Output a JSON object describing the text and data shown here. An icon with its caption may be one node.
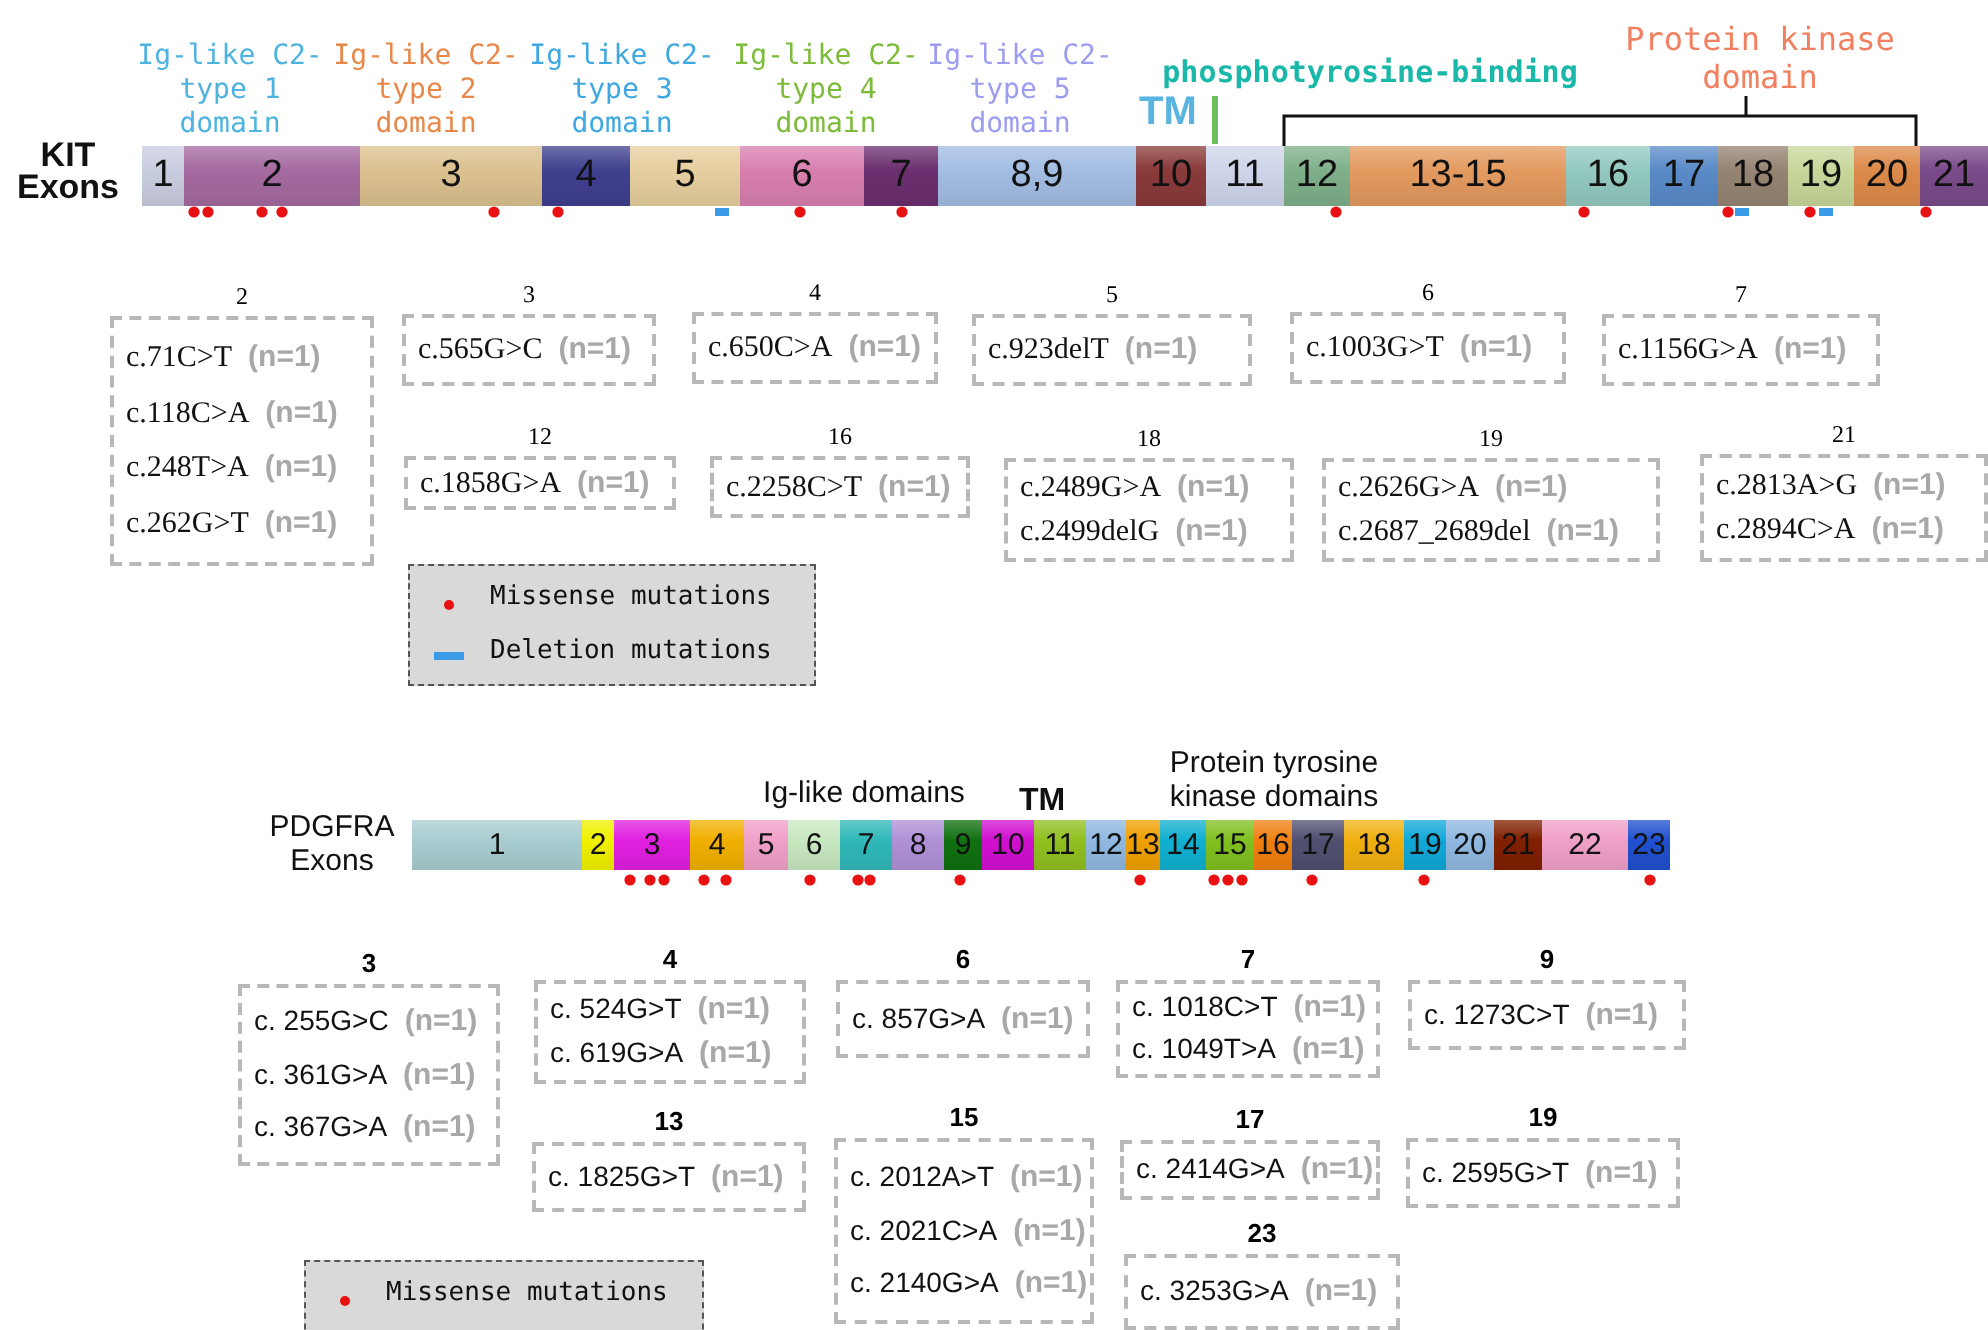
{
  "diagram": {
    "nodes": [
      {
        "text": [
          "1"
        ]
      },
      {
        "text": [
          "2"
        ]
      },
      {
        "text": [
          "3"
        ]
      },
      {
        "text": [
          "4"
        ]
      },
      {
        "text": [
          "5"
        ]
      },
      {
        "text": [
          "6"
        ]
      },
      {
        "text": [
          "7"
        ]
      },
      {
        "text": [
          "8,9"
        ]
      },
      {
        "text": [
          "10"
        ]
      },
      {
        "text": [
          "11"
        ]
      },
      {
        "text": [
          "12"
        ]
      },
      {
        "text": [
          "13-15"
        ]
      },
      {
        "text": [
          "16"
        ]
      },
      {
        "text": [
          "17"
        ]
      },
      {
        "text": [
          "18"
        ]
      },
      {
        "text": [
          "19"
        ]
      },
      {
        "text": [
          "20"
        ]
      },
      {
        "text": [
          "21"
        ]
      },
      {
        "text": [
          "2",
          "c.71C>T",
          "(n=1)",
          "c.118C>A",
          "(n=1)",
          "c.248T>A",
          "(n=1)",
          "c.262G>T",
          "(n=1)"
        ]
      },
      {
        "text": [
          "3",
          "c.565G>C",
          "(n=1)"
        ]
      },
      {
        "text": [
          "4",
          "c.650C>A",
          "(n=1)"
        ]
      },
      {
        "text": [
          "5",
          "c.923delT",
          "(n=1)"
        ]
      },
      {
        "text": [
          "6",
          "c.1003G>T",
          "(n=1)"
        ]
      },
      {
        "text": [
          "7",
          "c.1156G>A",
          "(n=1)"
        ]
      },
      {
        "text": [
          "12",
          "c.1858G>A",
          "(n=1)"
        ]
      },
      {
        "text": [
          "16",
          "c.2258C>T",
          "(n=1)"
        ]
      },
      {
        "text": [
          "18",
          "c.2489G>A",
          "(n=1)",
          "c.2499delG",
          "(n=1)"
        ]
      },
      {
        "text": [
          "19",
          "c.2626G>A",
          "(n=1)",
          "c.2687_2689del",
          "(n=1)"
        ]
      },
      {
        "text": [
          "21",
          "c.2813A>G",
          "(n=1)",
          "c.2894C>A",
          "(n=1)"
        ]
      },
      {
        "text": [
          "1"
        ]
      },
      {
        "text": [
          "2"
        ]
      },
      {
        "text": [
          "3"
        ]
      },
      {
        "text": [
          "4"
        ]
      },
      {
        "text": [
          "5"
        ]
      },
      {
        "text": [
          "6"
        ]
      },
      {
        "text": [
          "7"
        ]
      },
      {
        "text": [
          "8"
        ]
      },
      {
        "text": [
          "9"
        ]
      },
      {
        "text": [
          "10"
        ]
      },
      {
        "text": [
          "11"
        ]
      },
      {
        "text": [
          "12"
        ]
      },
      {
        "text": [
          "13"
        ]
      },
      {
        "text": [
          "14"
        ]
      },
      {
        "text": [
          "15"
        ]
      },
      {
        "text": [
          "16"
        ]
      },
      {
        "text": [
          "17"
        ]
      },
      {
        "text": [
          "18"
        ]
      },
      {
        "text": [
          "19"
        ]
      },
      {
        "text": [
          "20"
        ]
      },
      {
        "text": [
          "21"
        ]
      },
      {
        "text": [
          "22"
        ]
      },
      {
        "text": [
          "23"
        ]
      },
      {
        "text": [
          "3",
          "c. 255G>C",
          "(n=1)",
          "c. 361G>A",
          "(n=1)",
          "c. 367G>A",
          "(n=1)"
        ]
      },
      {
        "text": [
          "4",
          "c. 524G>T",
          "(n=1)",
          "c. 619G>A",
          "(n=1)"
        ]
      },
      {
        "text": [
          "6",
          "c. 857G>A",
          "(n=1)"
        ]
      },
      {
        "text": [
          "7",
          "c. 1018C>T",
          "(n=1)",
          "c. 1049T>A",
          "(n=1)"
        ]
      },
      {
        "text": [
          "9",
          "c. 1273C>T",
          "(n=1)"
        ]
      },
      {
        "text": [
          "13",
          "c. 1825G>T",
          "(n=1)"
        ]
      },
      {
        "text": [
          "15",
          "c. 2012A>T",
          "(n=1)",
          "c. 2021C>A",
          "(n=1)",
          "c. 2140G>A",
          "(n=1)"
        ]
      },
      {
        "text": [
          "17",
          "c. 2414G>A",
          "(n=1)"
        ]
      },
      {
        "text": [
          "19",
          "c. 2595G>T",
          "(n=1)"
        ]
      },
      {
        "text": [
          "23",
          "c. 3253G>A",
          "(n=1)"
        ]
      }
    ],
    "labels": [
      "KIT Exons",
      "Ig-like C2- type 1 domain",
      "Ig-like C2- type 2 domain",
      "Ig-like C2- type 3 domain",
      "Ig-like C2- type 4 domain",
      "Ig-like C2- type 5 domain",
      "TM",
      "phosphotyrosine-binding",
      "Protein kinase domain",
      "PDGFRA Exons",
      "Ig-like domains",
      "TM",
      "Protein tyrosine kinase domains"
    ],
    "legend": [
      {
        "text": "Missense mutations"
      },
      {
        "text": "Deletion mutations"
      },
      {
        "text": "Missense mutations"
      }
    ]
  }
}
